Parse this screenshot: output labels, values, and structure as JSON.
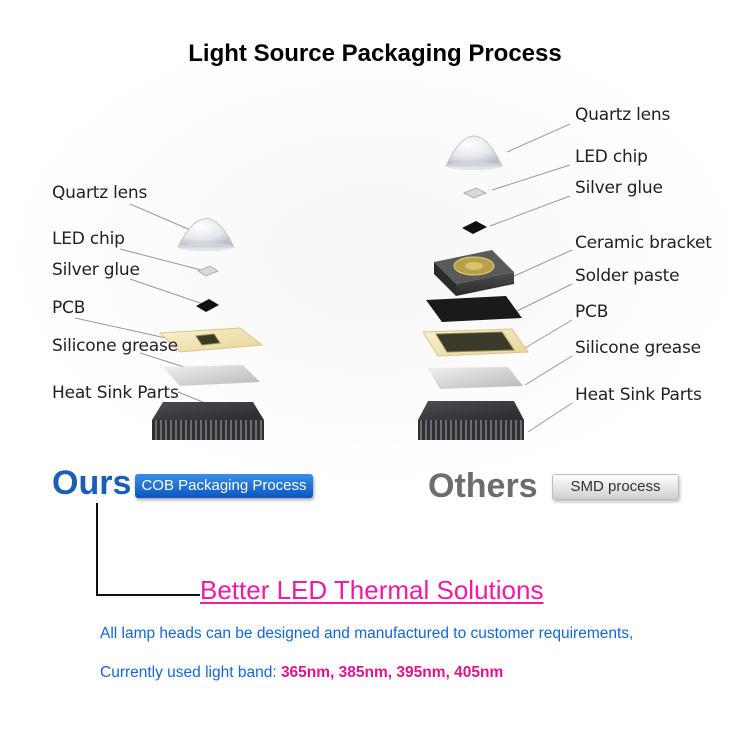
{
  "title": "Light Source Packaging Process",
  "left_labels": {
    "quartz_lens": "Quartz lens",
    "led_chip": "LED chip",
    "silver_glue": "Silver glue",
    "pcb": "PCB",
    "silicone_grease": "Silicone grease",
    "heat_sink": "Heat Sink Parts"
  },
  "right_labels": {
    "quartz_lens": "Quartz lens",
    "led_chip": "LED chip",
    "silver_glue": "Silver glue",
    "ceramic_bracket": "Ceramic bracket",
    "solder_paste": "Solder paste",
    "pcb": "PCB",
    "silicone_grease": "Silicone grease",
    "heat_sink": "Heat Sink Parts"
  },
  "ours": {
    "label": "Ours",
    "badge": "COB Packaging Process"
  },
  "others": {
    "label": "Others",
    "badge": "SMD process"
  },
  "headline": "Better LED Thermal Solutions",
  "note_line1": "All lamp heads can be designed and manufactured to customer requirements,",
  "note_line2_prefix": "Currently used light band: ",
  "note_line2_bands": "365nm, 385nm, 395nm, 405nm",
  "colors": {
    "ours_blue": "#1a5fb4",
    "headline_pink": "#f01aa8",
    "note_blue": "#1366d6",
    "band_pink": "#e0138e",
    "others_gray": "#6d6d6d"
  }
}
